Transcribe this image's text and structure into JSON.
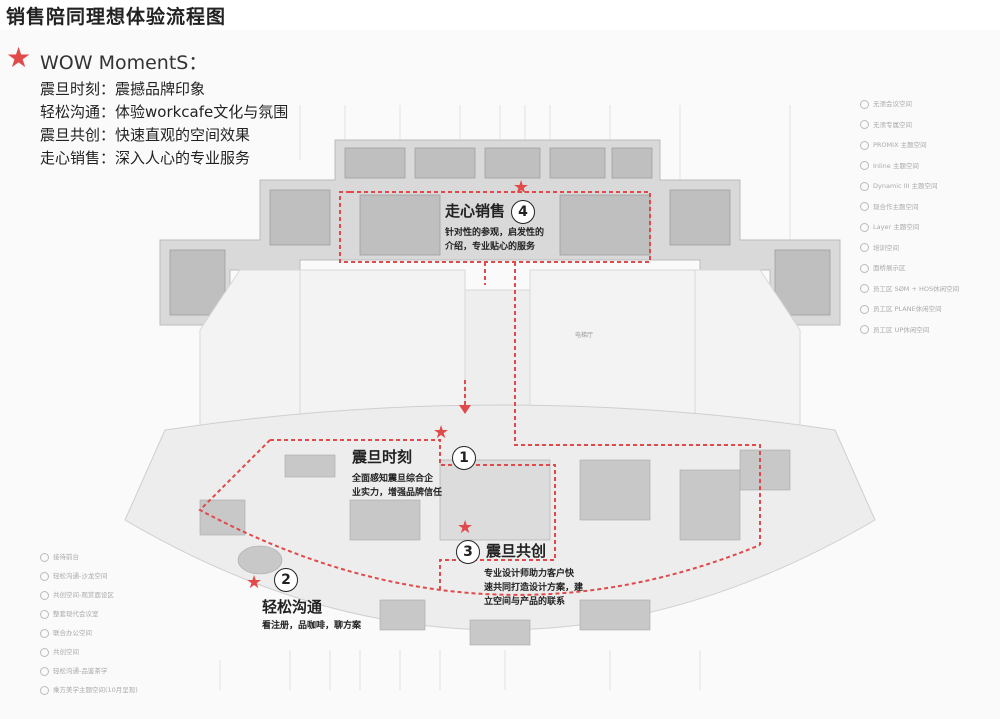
{
  "title": "销售陪同理想体验流程图",
  "moments": {
    "heading": "WOW MomentS：",
    "items": [
      "震旦时刻：震撼品牌印象",
      "轻松沟通：体验workcafe文化与氛围",
      "震旦共创：快速直观的空间效果",
      "走心销售：深入人心的专业服务"
    ]
  },
  "callouts": [
    {
      "number": "4",
      "title": "走心销售",
      "desc1": "针对性的参观，启发性的",
      "desc2": "介绍，专业贴心的服务"
    },
    {
      "number": "1",
      "title": "震旦时刻",
      "desc1": "全面感知震旦综合企",
      "desc2": "业实力，增强品牌信任"
    },
    {
      "number": "3",
      "title": "震旦共创",
      "desc1": "专业设计师助力客户快",
      "desc2": "速共同打造设计方案，建",
      "desc3": "立空间与产品的联系"
    },
    {
      "number": "2",
      "title": "轻松沟通",
      "desc1": "看注册，品咖啡，聊方案"
    }
  ],
  "legend_right": [
    "无须会议空间",
    "无须专属空间",
    "PROMIX 主题空间",
    "Inline 主题空间",
    "Dynamic III 主题空间",
    "现合作主题空间",
    "Layer 主题空间",
    "培训空间",
    "面桥展示区",
    "员工区 SØM + HOS休闲空间",
    "员工区 PLANE休闲空间",
    "员工区 UP休闲空间"
  ],
  "legend_left": [
    "接待前台",
    "轻松沟通-沙龙空间",
    "共创空间-观赏面设区",
    "整套现代会议室",
    "联合办公空间",
    "共创空间",
    "轻松沟通-品鉴茶学",
    "乘方美学主题空间(10月呈现)"
  ],
  "room_label": "电梯厅",
  "colors": {
    "accent": "#e04a4a",
    "floor": "#e8e8e8",
    "wall": "#cfcfcf"
  },
  "icons": {
    "star": "star-icon"
  }
}
